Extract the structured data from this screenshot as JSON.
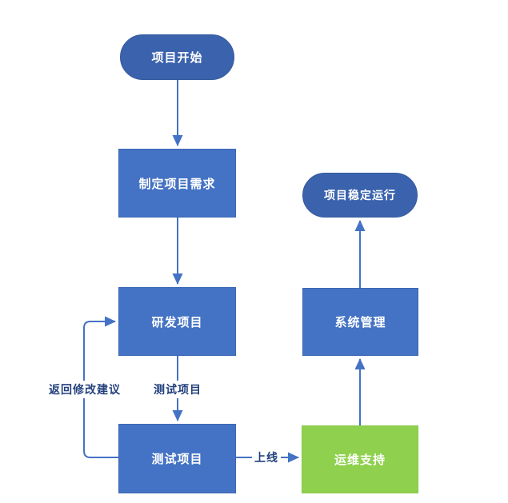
{
  "diagram": {
    "type": "flowchart",
    "nodes": {
      "start": {
        "label": "项目开始",
        "shape": "pill",
        "color": "#3a62ad"
      },
      "req": {
        "label": "制定项目需求",
        "shape": "rect",
        "color": "#4472c4"
      },
      "dev": {
        "label": "研发项目",
        "shape": "rect",
        "color": "#4472c4"
      },
      "test": {
        "label": "测试项目",
        "shape": "rect",
        "color": "#4472c4"
      },
      "ops": {
        "label": "运维支持",
        "shape": "rect",
        "color": "#8fd14e"
      },
      "sys": {
        "label": "系统管理",
        "shape": "rect",
        "color": "#4472c4"
      },
      "stable": {
        "label": "项目稳定运行",
        "shape": "pill",
        "color": "#3a62ad"
      }
    },
    "edges": [
      {
        "from": "start",
        "to": "req",
        "label": ""
      },
      {
        "from": "req",
        "to": "dev",
        "label": ""
      },
      {
        "from": "dev",
        "to": "test",
        "label": "测试项目"
      },
      {
        "from": "test",
        "to": "ops",
        "label": "上线"
      },
      {
        "from": "ops",
        "to": "sys",
        "label": ""
      },
      {
        "from": "sys",
        "to": "stable",
        "label": ""
      },
      {
        "from": "test",
        "to": "dev",
        "label": "返回修改建议"
      }
    ],
    "edge_labels": {
      "test_phase": "测试项目",
      "feedback": "返回修改建议",
      "golive": "上线"
    },
    "colors": {
      "pill_fill": "#3a62ad",
      "box_fill": "#4472c4",
      "green_fill": "#8fd14e",
      "arrow": "#4472c4",
      "label_text": "#24417e",
      "node_text": "#ffffff",
      "background": "#ffffff"
    }
  }
}
